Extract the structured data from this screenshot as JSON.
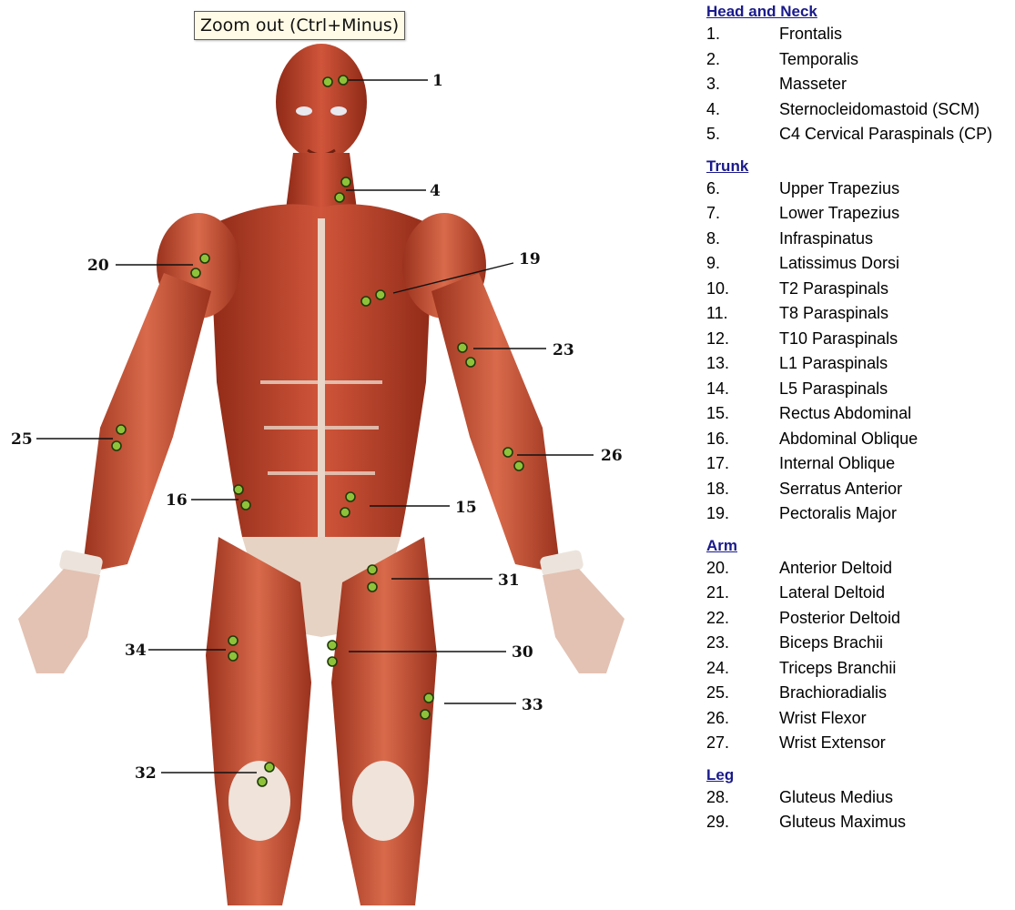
{
  "tooltip": {
    "text": "Zoom out (Ctrl+Minus)"
  },
  "figure": {
    "callouts": [
      "1",
      "4",
      "20",
      "19",
      "23",
      "25",
      "26",
      "16",
      "15",
      "31",
      "34",
      "30",
      "33",
      "32"
    ]
  },
  "legend": {
    "sections": [
      {
        "title": "Head and Neck",
        "items": [
          {
            "num": "1.",
            "name": "Frontalis"
          },
          {
            "num": "2.",
            "name": "Temporalis"
          },
          {
            "num": "3.",
            "name": "Masseter"
          },
          {
            "num": "4.",
            "name": "Sternocleidomastoid (SCM)"
          },
          {
            "num": "5.",
            "name": "C4 Cervical Paraspinals (CP)"
          }
        ]
      },
      {
        "title": "Trunk",
        "items": [
          {
            "num": "6.",
            "name": "Upper Trapezius"
          },
          {
            "num": "7.",
            "name": "Lower Trapezius"
          },
          {
            "num": "8.",
            "name": "Infraspinatus"
          },
          {
            "num": "9.",
            "name": "Latissimus Dorsi"
          },
          {
            "num": "10.",
            "name": "T2 Paraspinals"
          },
          {
            "num": "11.",
            "name": "T8 Paraspinals"
          },
          {
            "num": "12.",
            "name": "T10 Paraspinals"
          },
          {
            "num": "13.",
            "name": "L1 Paraspinals"
          },
          {
            "num": "14.",
            "name": "L5 Paraspinals"
          },
          {
            "num": "15.",
            "name": "Rectus Abdominal"
          },
          {
            "num": "16.",
            "name": "Abdominal Oblique"
          },
          {
            "num": "17.",
            "name": "Internal Oblique"
          },
          {
            "num": "18.",
            "name": "Serratus Anterior"
          },
          {
            "num": "19.",
            "name": "Pectoralis Major"
          }
        ]
      },
      {
        "title": "Arm",
        "items": [
          {
            "num": "20.",
            "name": "Anterior Deltoid"
          },
          {
            "num": "21.",
            "name": "Lateral Deltoid"
          },
          {
            "num": "22.",
            "name": "Posterior Deltoid"
          },
          {
            "num": "23.",
            "name": "Biceps Brachii"
          },
          {
            "num": "24.",
            "name": "Triceps Branchii"
          },
          {
            "num": "25.",
            "name": "Brachioradialis"
          },
          {
            "num": "26.",
            "name": "Wrist Flexor"
          },
          {
            "num": "27.",
            "name": "Wrist Extensor"
          }
        ]
      },
      {
        "title": "Leg",
        "items": [
          {
            "num": "28.",
            "name": "Gluteus Medius"
          },
          {
            "num": "29.",
            "name": "Gluteus Maximus"
          }
        ]
      }
    ]
  }
}
